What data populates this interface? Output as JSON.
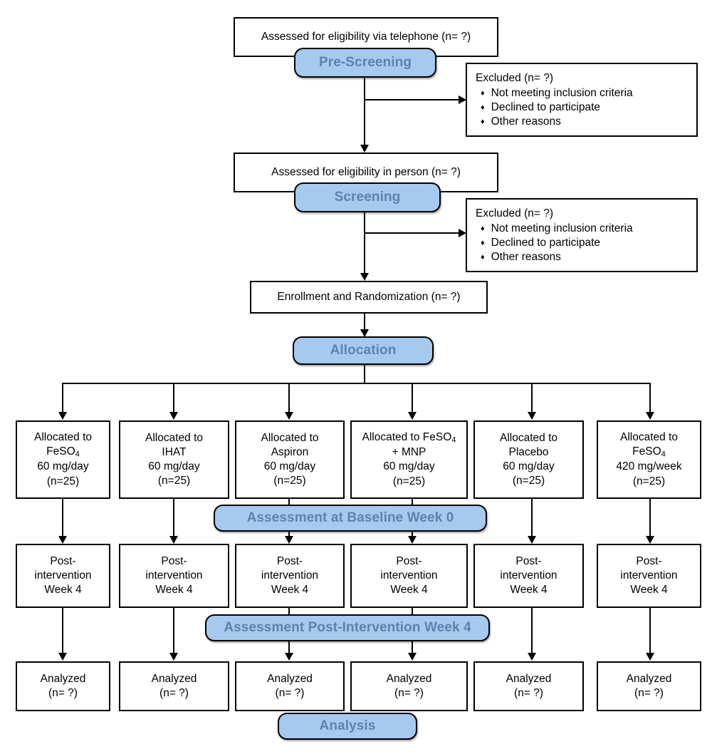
{
  "diagram": {
    "title": "CONSORT participant flow diagram",
    "colors": {
      "banner_fill": "#a6c9f0",
      "banner_text": "#5b83ae",
      "line": "#000000",
      "box_fill": "#ffffff"
    }
  },
  "banners": [
    {
      "id": "pre-screening",
      "label": "Pre-Screening"
    },
    {
      "id": "screening",
      "label": "Screening"
    },
    {
      "id": "allocation",
      "label": "Allocation"
    },
    {
      "id": "assessment-baseline",
      "label": "Assessment at Baseline Week 0"
    },
    {
      "id": "assessment-post-intervention",
      "label": "Assessment Post-Intervention Week 4"
    },
    {
      "id": "analysis",
      "label": "Analysis"
    }
  ],
  "assessed_phone": {
    "line1": "Assessed for eligibility via telephone (n= ?)"
  },
  "assessed_person": {
    "line1": "Assessed for eligibility in person (n= ?)"
  },
  "enrollment": {
    "line1": "Enrollment and Randomization (n= ?)"
  },
  "excluded_prescreening": {
    "heading": "Excluded  (n= ?)",
    "bullet_glyph": "♦",
    "reasons": [
      "Not meeting inclusion criteria",
      "Declined to participate",
      "Other reasons"
    ]
  },
  "excluded_screening": {
    "heading": "Excluded  (n= ?)",
    "bullet_glyph": "♦",
    "reasons": [
      "Not meeting inclusion criteria",
      "Declined to participate",
      "Other reasons"
    ]
  },
  "allocation_arms": [
    {
      "l1": "Allocated to",
      "l2": "FeSO",
      "l2sub": "4",
      "l3": "60 mg/day",
      "l4": "(n=25)"
    },
    {
      "l1": "Allocated to",
      "l2": "IHAT",
      "l2sub": "",
      "l3": "60 mg/day",
      "l4": "(n=25)"
    },
    {
      "l1": "Allocated to",
      "l2": "Aspiron",
      "l2sub": "",
      "l3": "60 mg/day",
      "l4": "(n=25)"
    },
    {
      "l1": "Allocated to FeSO",
      "l2": "+ MNP",
      "l2sub": "",
      "l1sub": "4",
      "l3": "60 mg/day",
      "l4": "(n=25)"
    },
    {
      "l1": "Allocated to",
      "l2": "Placebo",
      "l2sub": "",
      "l3": "60 mg/day",
      "l4": "(n=25)"
    },
    {
      "l1": "Allocated to",
      "l2": "FeSO",
      "l2sub": "4",
      "l3": "420 mg/week",
      "l4": "(n=25)"
    }
  ],
  "post_intervention_arms": [
    {
      "l1": "Post-",
      "l2": "intervention",
      "l3": "Week 4"
    },
    {
      "l1": "Post-",
      "l2": "intervention",
      "l3": "Week 4"
    },
    {
      "l1": "Post-",
      "l2": "intervention",
      "l3": "Week 4"
    },
    {
      "l1": "Post-",
      "l2": "intervention",
      "l3": "Week 4"
    },
    {
      "l1": "Post-",
      "l2": "intervention",
      "l3": "Week 4"
    },
    {
      "l1": "Post-",
      "l2": "intervention",
      "l3": "Week 4"
    }
  ],
  "analyzed_arms": [
    {
      "l1": "Analyzed",
      "l2": "(n= ?)"
    },
    {
      "l1": "Analyzed",
      "l2": "(n= ?)"
    },
    {
      "l1": "Analyzed",
      "l2": "(n= ?)"
    },
    {
      "l1": "Analyzed",
      "l2": "(n= ?)"
    },
    {
      "l1": "Analyzed",
      "l2": "(n= ?)"
    },
    {
      "l1": "Analyzed",
      "l2": "(n= ?)"
    }
  ]
}
